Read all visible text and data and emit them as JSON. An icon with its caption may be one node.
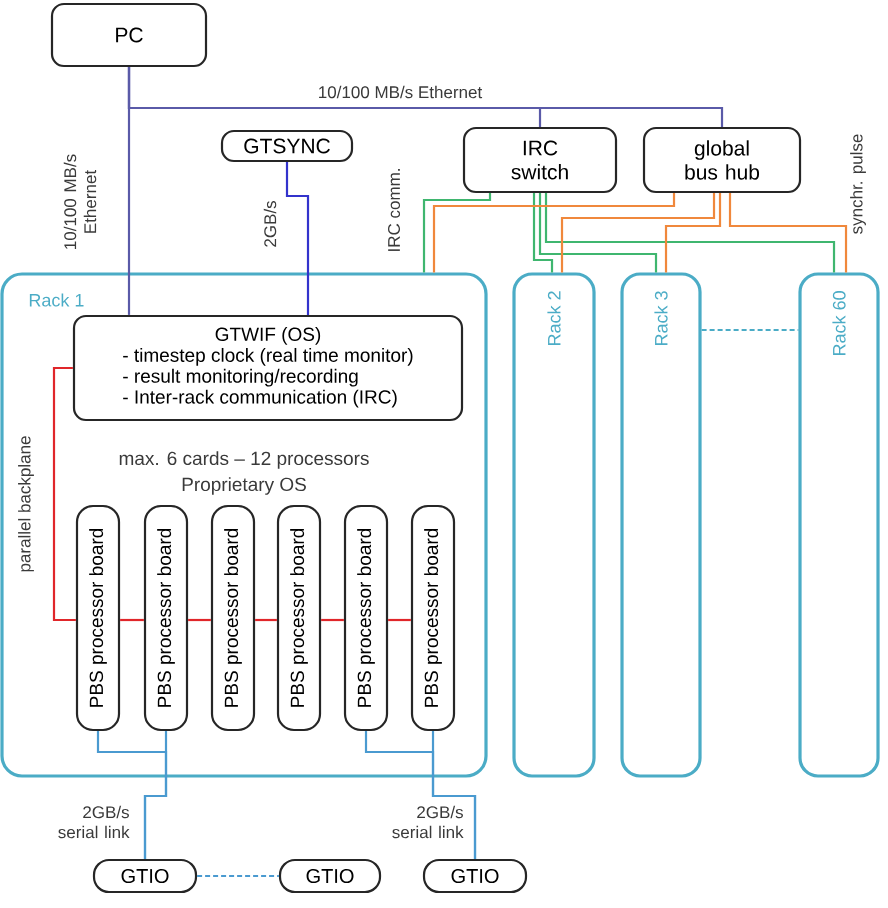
{
  "diagram": {
    "nodes": [
      {
        "text": [
          "PC"
        ]
      },
      {
        "text": [
          "GTSYNC"
        ]
      },
      {
        "text": [
          "IRC switch"
        ]
      },
      {
        "text": [
          "global bus hub"
        ]
      },
      {
        "text": [
          "Rack 1"
        ]
      },
      {
        "text": [
          "GTWIF (OS)",
          "- timestep clock (real time monitor)",
          "- result monitoring/recording",
          "- Inter-rack communication (IRC)"
        ],
        "in": 4
      },
      {
        "text": [
          "PBS processor board"
        ],
        "in": 4
      },
      {
        "text": [
          "PBS processor board"
        ],
        "in": 4
      },
      {
        "text": [
          "PBS processor board"
        ],
        "in": 4
      },
      {
        "text": [
          "PBS processor board"
        ],
        "in": 4
      },
      {
        "text": [
          "PBS processor board"
        ],
        "in": 4
      },
      {
        "text": [
          "PBS processor board"
        ],
        "in": 4
      },
      {
        "text": [
          "Rack 2"
        ]
      },
      {
        "text": [
          "Rack 3"
        ]
      },
      {
        "text": [
          "Rack 60"
        ]
      },
      {
        "text": [
          "GTIO"
        ]
      },
      {
        "text": [
          "GTIO"
        ]
      },
      {
        "text": [
          "GTIO"
        ]
      }
    ],
    "edges": [
      {
        "from": 0,
        "to": 2,
        "arrow": "none",
        "label": "10/100 MB/s Ethernet",
        "color": "#5a5aa8"
      },
      {
        "from": 0,
        "to": 3,
        "arrow": "none",
        "color": "#5a5aa8"
      },
      {
        "from": 0,
        "to": 5,
        "arrow": "none",
        "label": "10/100 MB/s Ethernet",
        "color": "#5a5aa8"
      },
      {
        "from": 1,
        "to": 5,
        "arrow": "none",
        "label": "2GB/s",
        "color": "#3333cc"
      },
      {
        "from": 2,
        "to": 4,
        "arrow": "none",
        "label": "IRC comm.",
        "color": "#3fb66f"
      },
      {
        "from": 2,
        "to": 12,
        "arrow": "none",
        "color": "#3fb66f"
      },
      {
        "from": 2,
        "to": 13,
        "arrow": "none",
        "color": "#3fb66f"
      },
      {
        "from": 2,
        "to": 14,
        "arrow": "none",
        "color": "#3fb66f"
      },
      {
        "from": 3,
        "to": 4,
        "arrow": "none",
        "color": "#f0883c"
      },
      {
        "from": 3,
        "to": 12,
        "arrow": "none",
        "color": "#f0883c"
      },
      {
        "from": 3,
        "to": 13,
        "arrow": "none",
        "color": "#f0883c"
      },
      {
        "from": 3,
        "to": 14,
        "arrow": "none",
        "label": "synchr. pulse",
        "color": "#f0883c"
      },
      {
        "from": 5,
        "to": 6,
        "arrow": "none",
        "label": "parallel backplane",
        "color": "#e0262a"
      },
      {
        "from": 6,
        "to": 7,
        "arrow": "none",
        "color": "#e0262a"
      },
      {
        "from": 7,
        "to": 8,
        "arrow": "none",
        "color": "#e0262a"
      },
      {
        "from": 8,
        "to": 9,
        "arrow": "none",
        "color": "#e0262a"
      },
      {
        "from": 9,
        "to": 10,
        "arrow": "none",
        "color": "#e0262a"
      },
      {
        "from": 10,
        "to": 11,
        "arrow": "none",
        "color": "#e0262a"
      },
      {
        "from": 6,
        "to": 15,
        "arrow": "none",
        "color": "#4a9ad0"
      },
      {
        "from": 7,
        "to": 15,
        "arrow": "none",
        "label": "2GB/s serial link",
        "color": "#4a9ad0"
      },
      {
        "from": 10,
        "to": 17,
        "arrow": "none",
        "color": "#4a9ad0"
      },
      {
        "from": 11,
        "to": 17,
        "arrow": "none",
        "label": "2GB/s serial link",
        "color": "#4a9ad0"
      },
      {
        "from": 15,
        "to": 16,
        "arrow": "none",
        "style": "dashed",
        "color": "#4a9ad0"
      },
      {
        "from": 13,
        "to": 14,
        "arrow": "none",
        "style": "dashed",
        "color": "#4bacc6"
      }
    ],
    "labels": [
      "max. 6 cards – 12 processors",
      "Proprietary OS"
    ]
  }
}
